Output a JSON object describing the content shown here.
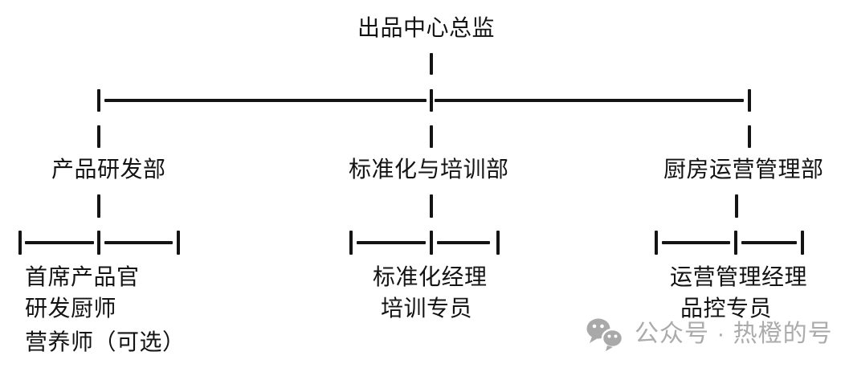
{
  "org_chart": {
    "root": {
      "label": "出品中心总监"
    },
    "departments": [
      {
        "label": "产品研发部",
        "members": [
          "首席产品官",
          "研发厨师",
          "营养师（可选）"
        ]
      },
      {
        "label": "标准化与培训部",
        "members": [
          "标准化经理",
          "培训专员"
        ]
      },
      {
        "label": "厨房运营管理部",
        "members": [
          "运营管理经理",
          "品控专员"
        ]
      }
    ]
  },
  "watermark": {
    "icon": "wechat-icon",
    "label": "公众号 · 热橙的号"
  },
  "colors": {
    "text": "#131313",
    "line": "#141414",
    "watermark": "#ababab",
    "background": "#ffffff"
  }
}
